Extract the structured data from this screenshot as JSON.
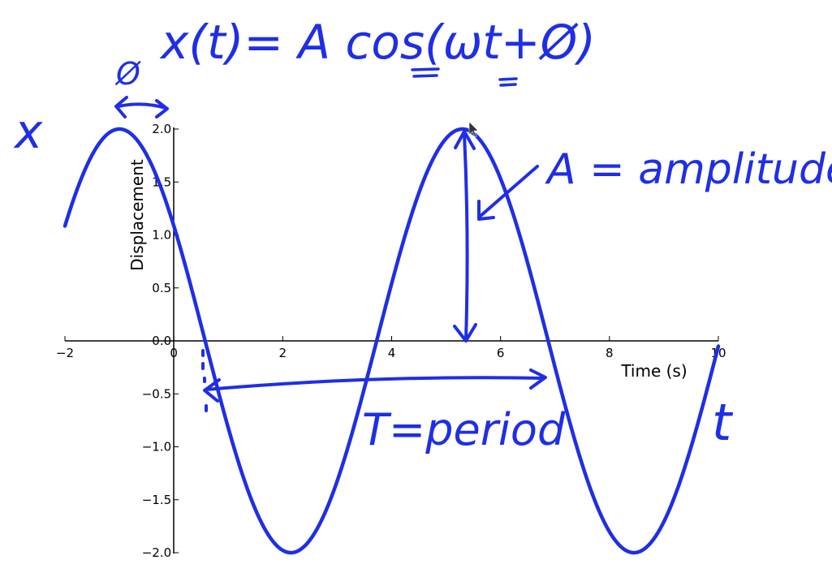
{
  "chart_data": {
    "type": "line",
    "xlabel": "Time (s)",
    "ylabel": "Displacement",
    "xlim": [
      -2,
      10
    ],
    "ylim": [
      -2.0,
      2.0
    ],
    "x_ticks": [
      "−2",
      "0",
      "2",
      "4",
      "6",
      "8",
      "10"
    ],
    "x_tick_values": [
      -2,
      0,
      2,
      4,
      6,
      8,
      10
    ],
    "y_ticks": [
      "2.0",
      "1.5",
      "1.0",
      "0.5",
      "0.0",
      "−0.5",
      "−1.0",
      "−1.5",
      "−2.0"
    ],
    "y_tick_values": [
      2.0,
      1.5,
      1.0,
      0.5,
      0.0,
      -0.5,
      -1.0,
      -1.5,
      -2.0
    ],
    "grid": false,
    "series": [
      {
        "amplitude": 2.0,
        "period": 6.3,
        "phase_shift": -1.0,
        "x_start": -2,
        "x_end": 10,
        "color": "#1f2ee6"
      }
    ]
  },
  "annotations": {
    "equation": "x(t)= A cos(ωt+Ø)",
    "phase_symbol": "Ø",
    "x_axis_letter": "x",
    "t_axis_letter": "t",
    "amplitude_label": "A = amplitude",
    "period_label": "T=period",
    "ink_color": "#1f2ee6"
  }
}
